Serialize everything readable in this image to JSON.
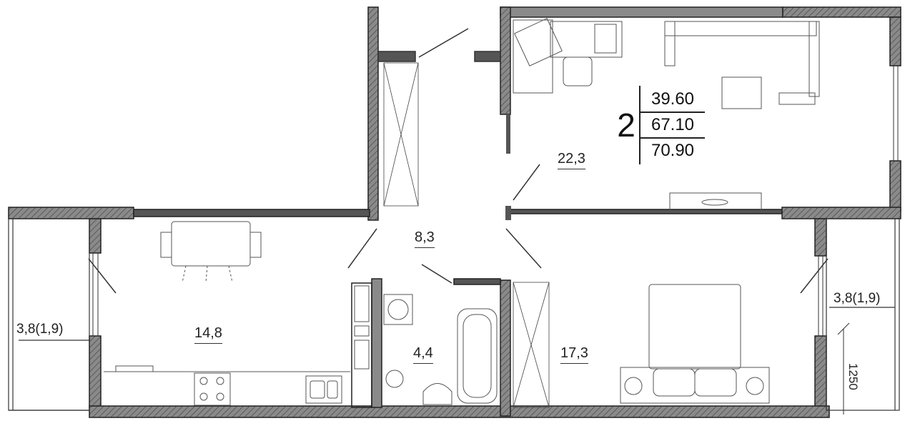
{
  "apartment": {
    "rooms_count": "2",
    "areas": [
      "39.60",
      "67.10",
      "70.90"
    ]
  },
  "rooms": [
    {
      "id": "living-room",
      "area": "22,3"
    },
    {
      "id": "hall",
      "area": "8,3"
    },
    {
      "id": "kitchen",
      "area": "14,8"
    },
    {
      "id": "bathroom",
      "area": "4,4"
    },
    {
      "id": "bedroom",
      "area": "17,3"
    }
  ],
  "balconies": [
    {
      "id": "left",
      "area": "3,8(1,9)"
    },
    {
      "id": "right",
      "area": "3,8(1,9)"
    }
  ],
  "dimension": "1250"
}
